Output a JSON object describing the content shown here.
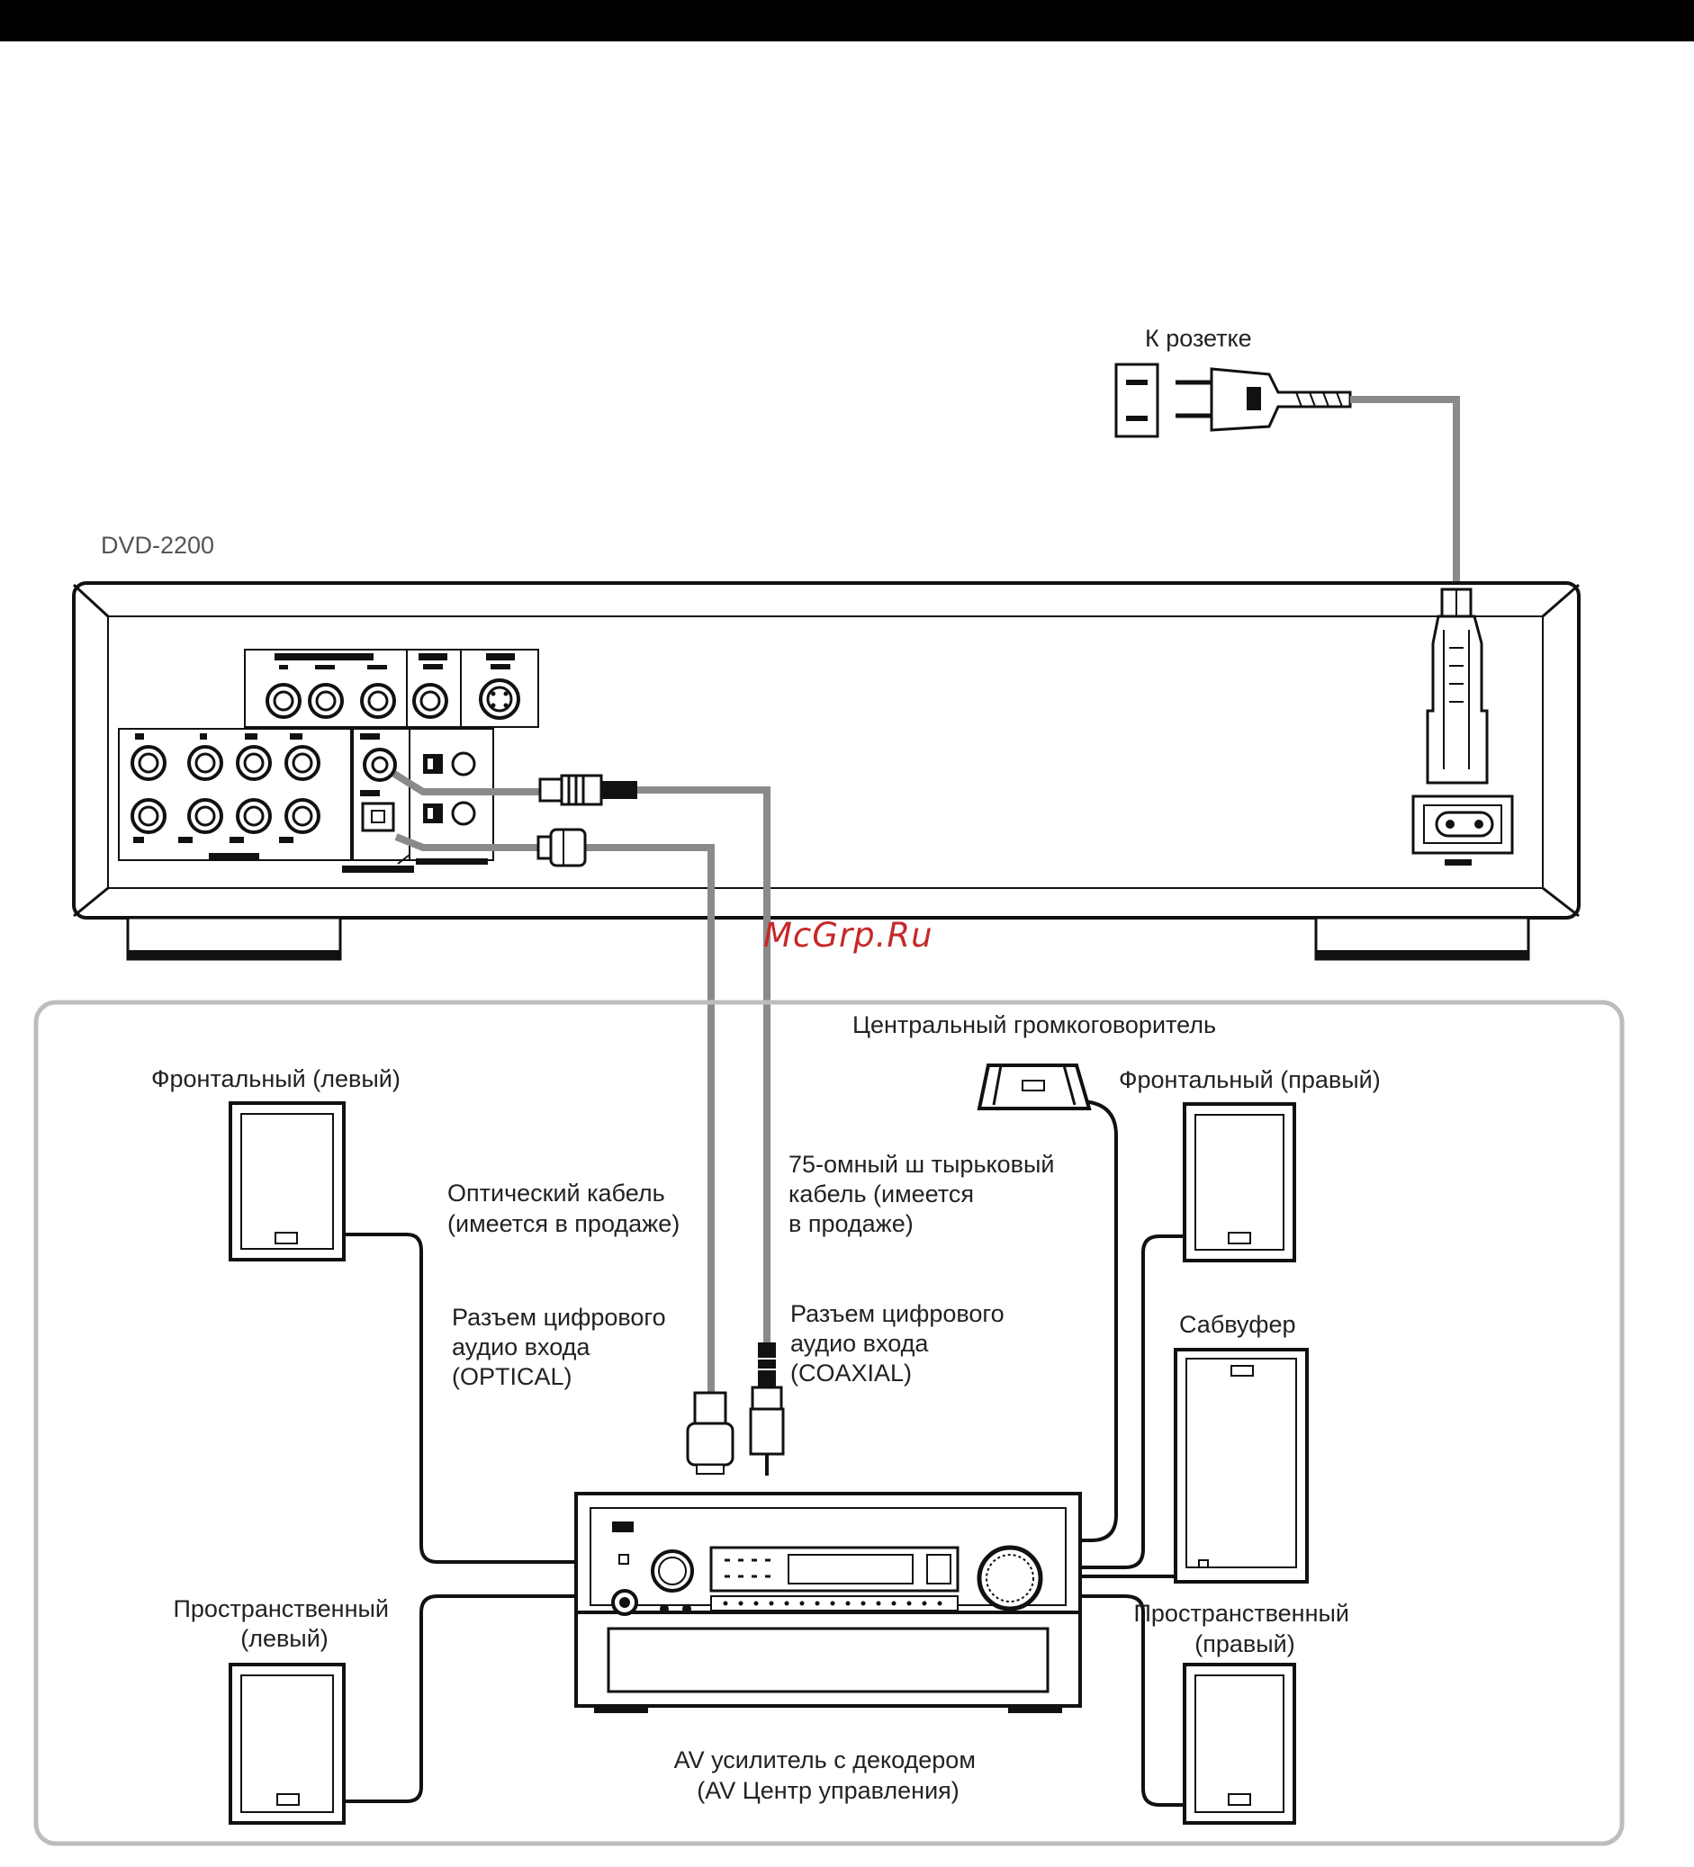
{
  "labels": {
    "outlet": "К розетке",
    "model": "DVD-2200",
    "watermark": "McGrp.Ru",
    "center_speaker": "Центральный громкоговоритель",
    "front_left": "Фронтальный (левый)",
    "front_right": "Фронтальный (правый)",
    "optical_cable": [
      "Оптический кабель",
      "(имеется в продаже)"
    ],
    "coax_cable": [
      "75-омный ш тырьковый",
      "кабель (имеется",
      "в продаже)"
    ],
    "optical_input": [
      "Разъем цифрового",
      "аудио входа",
      "(OPTICAL)"
    ],
    "coax_input": [
      "Разъем цифрового",
      "аудио входа",
      "(COAXIAL)"
    ],
    "subwoofer": "Сабвуфер",
    "surround_left": [
      "Пространственный",
      "(левый)"
    ],
    "surround_right": [
      "Пространственный",
      "(правый)"
    ],
    "amplifier": [
      "AV усилитель с декодером",
      "(AV Центр управления)"
    ]
  },
  "colors": {
    "top_bar": "#000000",
    "cable": "#8a8a8a",
    "frame": "#bdbdbd",
    "outline": "#111111",
    "watermark": "#c62828"
  }
}
